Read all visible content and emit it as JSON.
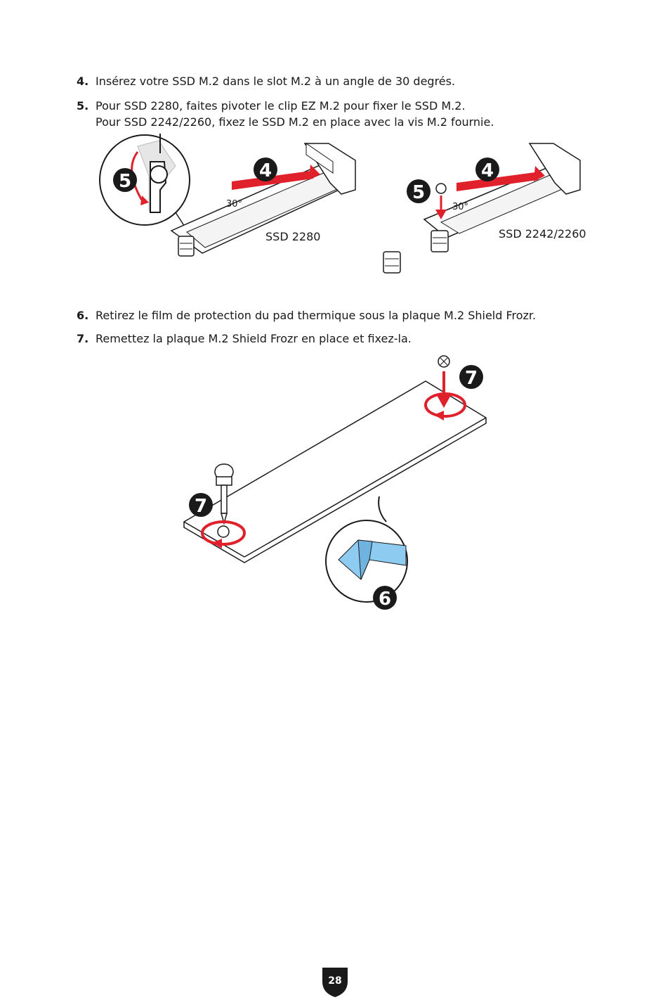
{
  "steps": [
    {
      "number": "4.",
      "lines": [
        "Insérez votre SSD M.2 dans le slot M.2 à un angle de 30 degrés."
      ]
    },
    {
      "number": "5.",
      "lines": [
        "Pour SSD 2280, faites pivoter le clip EZ M.2 pour fixer le SSD M.2.",
        "Pour SSD 2242/2260, fixez le SSD M.2 en place avec la vis M.2 fournie."
      ]
    },
    {
      "number": "6.",
      "lines": [
        "Retirez le film de protection du pad thermique sous la plaque M.2 Shield Frozr."
      ]
    },
    {
      "number": "7.",
      "lines": [
        "Remettez la plaque M.2 Shield Frozr en place et fixez-la."
      ]
    }
  ],
  "figure1": {
    "angle_label": "30°",
    "left_caption": "SSD 2280",
    "right_caption": "SSD 2242/2260",
    "badges": [
      "5",
      "4",
      "5",
      "4"
    ]
  },
  "figure2": {
    "badges": [
      "7",
      "7",
      "6"
    ]
  },
  "page_number": "28",
  "colors": {
    "accent_red": "#e0202a",
    "badge": "#1a1a1a",
    "thermal_pad": "#8ecbf0"
  }
}
